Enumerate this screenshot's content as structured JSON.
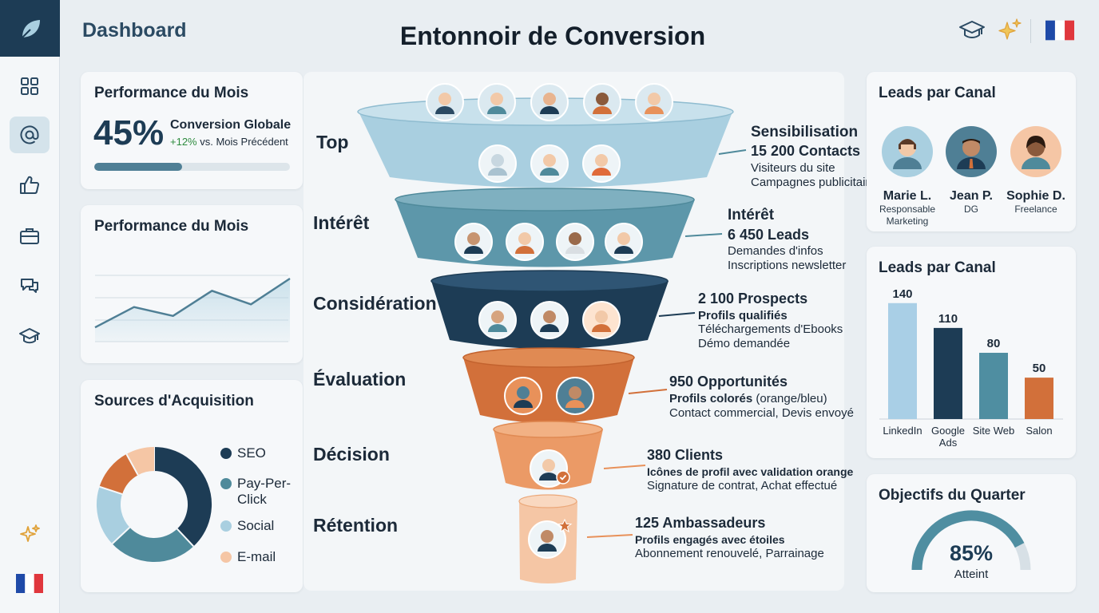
{
  "header": {
    "app_title": "Dashboard",
    "main_title": "Entonnoir de Conversion"
  },
  "performance": {
    "title": "Performance du Mois",
    "percent": "45%",
    "label": "Conversion Globale",
    "change_positive": "+12%",
    "change_rest": " vs. Mois Précédent",
    "progress": 0.45
  },
  "trend": {
    "title": "Performance du Mois",
    "points": [
      8,
      38,
      25,
      62,
      42,
      80
    ]
  },
  "sources": {
    "title": "Sources d'Acquisition",
    "items": [
      {
        "label": "SEO",
        "color": "#1d3c55",
        "share": 0.38
      },
      {
        "label": "Pay-Per-Click",
        "color": "#4f8a9b",
        "share": 0.25
      },
      {
        "label": "Social",
        "color": "#a9cfe0",
        "share": 0.17
      },
      {
        "label": "E-mail",
        "color": "#f5c6a5",
        "share": 0.08
      }
    ],
    "extra_color": "#d2703a",
    "extra_share": 0.12
  },
  "funnel": {
    "stages": [
      {
        "label": "Top",
        "heading": "Sensibilisation",
        "count": "15 200 Contacts",
        "lines": [
          "Visiteurs du site",
          "Campagnes publicitaires"
        ]
      },
      {
        "label": "Intérêt",
        "heading": "Intérêt",
        "count": "6 450 Leads",
        "lines": [
          "Demandes d'infos",
          "Inscriptions newsletter"
        ]
      },
      {
        "label": "Considération",
        "count": "2 100 Prospects",
        "sub": "Profils qualifiés",
        "lines": [
          "Téléchargements d'Ebooks",
          "Démo demandée"
        ]
      },
      {
        "label": "Évaluation",
        "count": "950 Opportunités",
        "sub": "Profils colorés",
        "sub_rest": " (orange/bleu)",
        "lines": [
          "Contact commercial, Devis envoyé"
        ]
      },
      {
        "label": "Décision",
        "count": "380 Clients",
        "sub": "Icônes de profil avec validation orange",
        "lines": [
          "Signature de contrat, Achat effectué"
        ]
      },
      {
        "label": "Rétention",
        "count": "125 Ambassadeurs",
        "sub": "Profils engagés avec étoiles",
        "lines": [
          "Abonnement renouvelé, Parrainage"
        ]
      }
    ]
  },
  "team": {
    "title": "Leads par Canal",
    "people": [
      {
        "name": "Marie L.",
        "role1": "Responsable",
        "role2": "Marketing"
      },
      {
        "name": "Jean P.",
        "role1": "DG",
        "role2": ""
      },
      {
        "name": "Sophie D.",
        "role1": "Freelance",
        "role2": ""
      }
    ]
  },
  "chart_data": {
    "type": "bar",
    "title": "Leads par Canal",
    "categories": [
      "LinkedIn",
      "Google Ads",
      "Site Web",
      "Salon"
    ],
    "values": [
      140,
      110,
      80,
      50
    ],
    "colors": [
      "#a9cfe6",
      "#1d3c55",
      "#4f8ea1",
      "#d2703a"
    ],
    "ylim": [
      0,
      160
    ]
  },
  "objectives": {
    "title": "Objectifs du Quarter",
    "percent": "85%",
    "label": "Atteint",
    "value": 0.85
  }
}
